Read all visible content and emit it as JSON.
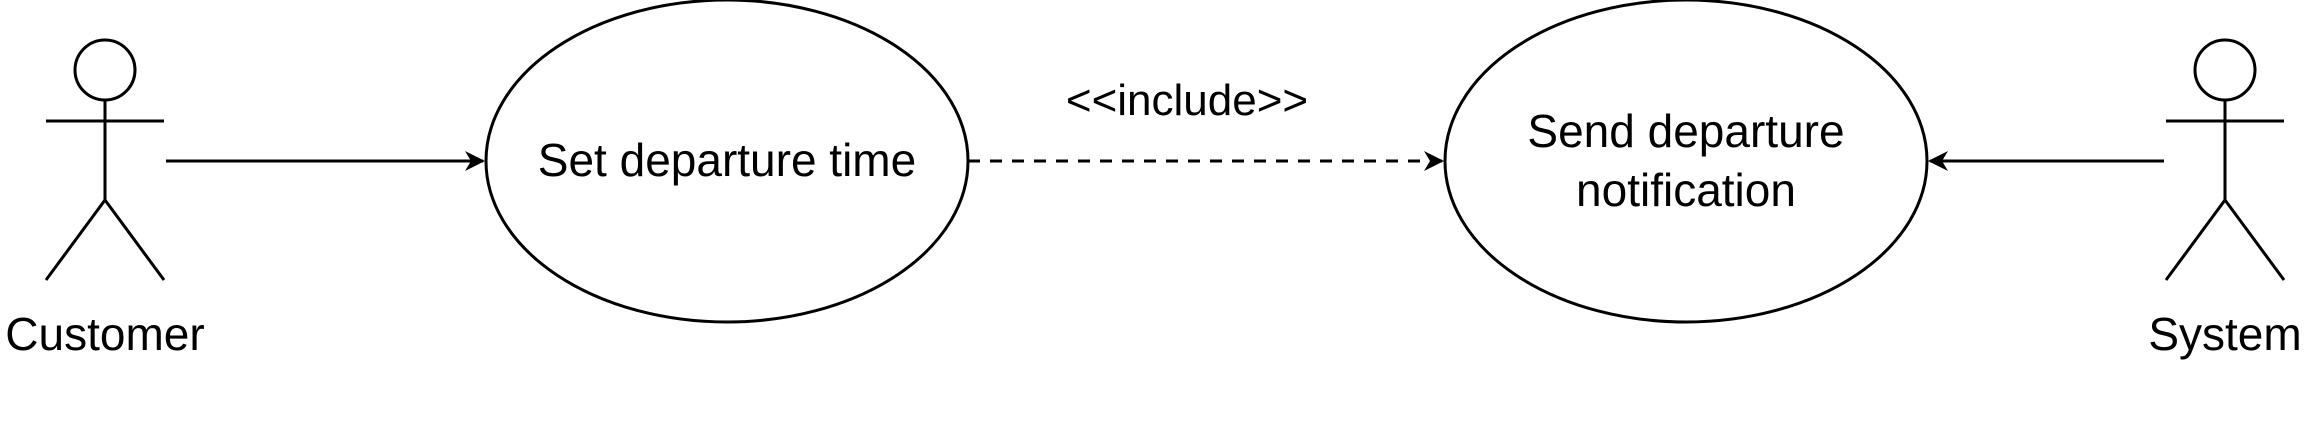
{
  "diagram": {
    "actors": [
      {
        "id": "customer",
        "label": "Customer"
      },
      {
        "id": "system",
        "label": "System"
      }
    ],
    "use_cases": [
      {
        "id": "set-departure-time",
        "lines": [
          "Set departure time"
        ]
      },
      {
        "id": "send-departure-notification",
        "lines": [
          "Send departure",
          "notification"
        ]
      }
    ],
    "relationships": [
      {
        "from": "customer",
        "to": "set-departure-time",
        "kind": "association"
      },
      {
        "from": "set-departure-time",
        "to": "send-departure-notification",
        "kind": "include",
        "label": "<<include>>"
      },
      {
        "from": "system",
        "to": "send-departure-notification",
        "kind": "association"
      }
    ]
  }
}
